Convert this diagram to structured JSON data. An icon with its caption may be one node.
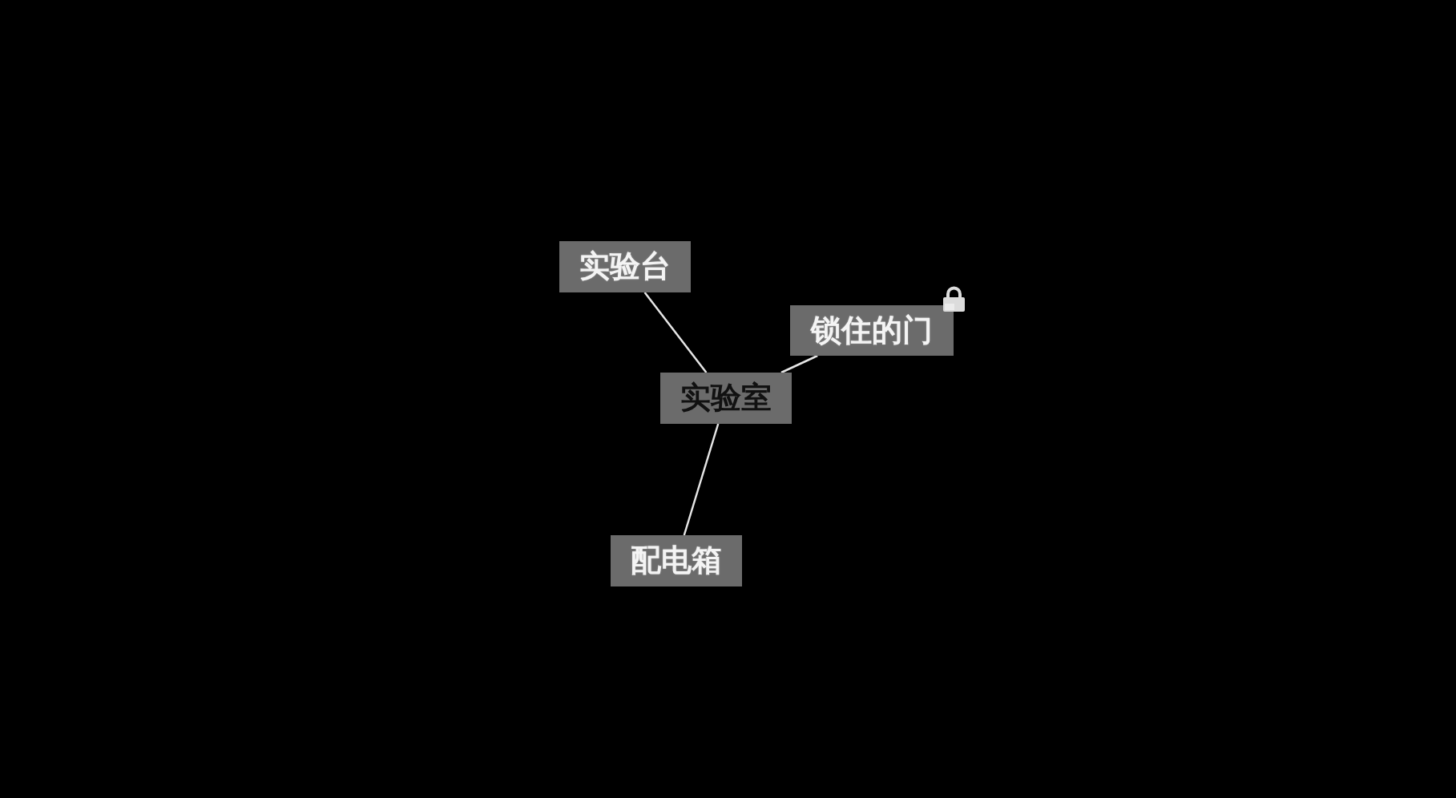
{
  "diagram": {
    "nodes": [
      {
        "text": [
          "实验台"
        ]
      },
      {
        "text": [
          "锁住的门"
        ]
      },
      {
        "text": [
          "实验室"
        ]
      },
      {
        "text": [
          "配电箱"
        ]
      }
    ],
    "edges": [
      {
        "from": 2,
        "to": 0,
        "arrow": "none"
      },
      {
        "from": 2,
        "to": 1,
        "arrow": "none"
      },
      {
        "from": 2,
        "to": 3,
        "arrow": "none"
      }
    ]
  }
}
